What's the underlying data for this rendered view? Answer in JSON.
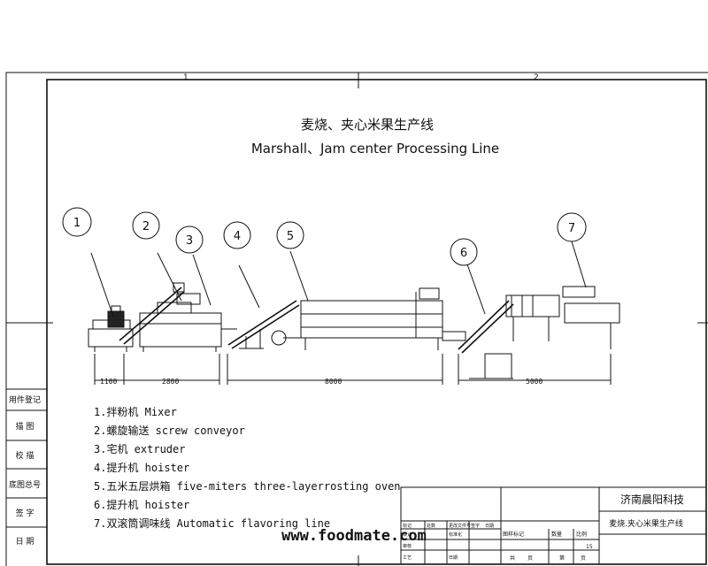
{
  "title_cn": "麦烧、夹心米果生产线",
  "title_en": "Marshall、Jam center Processing Line",
  "zone_marks": [
    "1",
    "2"
  ],
  "callouts": [
    "1",
    "2",
    "3",
    "4",
    "5",
    "6",
    "7"
  ],
  "dimensions": [
    "1100",
    "2800",
    "8000",
    "5000"
  ],
  "legend": [
    "1.拌粉机  Mixer",
    "2.螺旋输送 screw conveyor",
    "3.宅机  extruder",
    "4.提升机  hoister",
    "5.五米五层烘箱 five-miters three-layerrosting oven",
    "6.提升机 hoister",
    "7.双滚筒调味线 Automatic flavoring line"
  ],
  "side_labels": [
    "用件登记",
    "描 图",
    "校 描",
    "底图总号",
    "签 字",
    "日 期"
  ],
  "title_block": {
    "company": "济南晨阳科技",
    "drawing_name": "麦烧.夹心米果生产线",
    "scale": "15",
    "row_labels": [
      "标记",
      "处数",
      "更改文件号",
      "签字",
      "日期",
      "设计",
      "标准化",
      "审核",
      "工艺",
      "日期"
    ],
    "meta_labels": [
      "图样标记",
      "数量",
      "比例",
      "共",
      "页",
      "第",
      "页"
    ]
  },
  "watermark": "www.foodmate.com"
}
